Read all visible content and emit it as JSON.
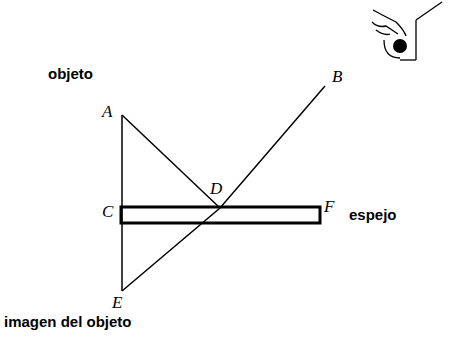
{
  "diagram": {
    "labels": [
      "objeto",
      "A",
      "B",
      "C",
      "D",
      "F",
      "espejo",
      "E",
      "imagen del objeto"
    ]
  }
}
